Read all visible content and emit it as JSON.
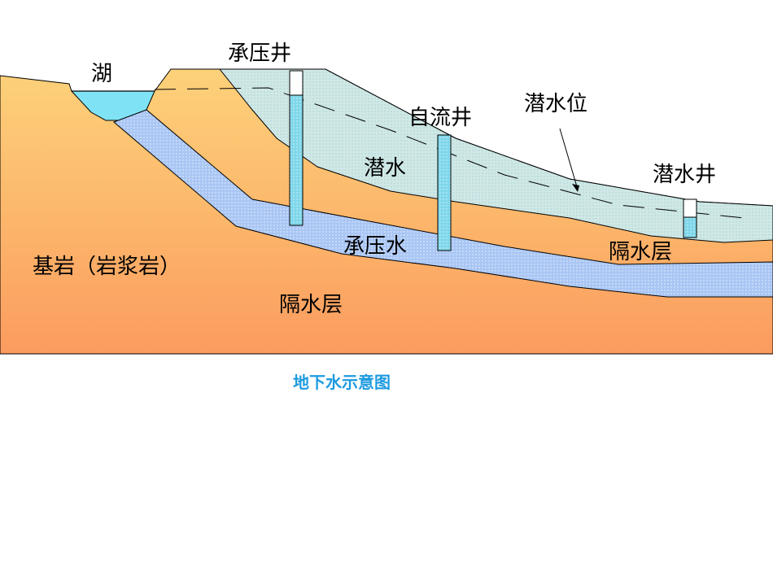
{
  "labels": {
    "lake": "湖",
    "confined_well": "承压井",
    "artesian_well": "自流井",
    "water_table": "潜水位",
    "phreatic_water": "潜水",
    "phreatic_well": "潜水井",
    "confined_water": "承压水",
    "aquiclude_right": "隔水层",
    "bedrock": "基岩（岩浆岩）",
    "aquiclude_bottom": "隔水层"
  },
  "caption": "地下水示意图",
  "colors": {
    "caption": "#1e9be0",
    "bedrock_light": "#fdd17a",
    "bedrock_dark": "#fb9b5f",
    "confined_aquifer": "#a9c6f4",
    "phreatic_aquifer": "#cfe8e6",
    "lake_water": "#7fe3f5",
    "well_water": "#7fd7ea",
    "outline": "#000000"
  }
}
